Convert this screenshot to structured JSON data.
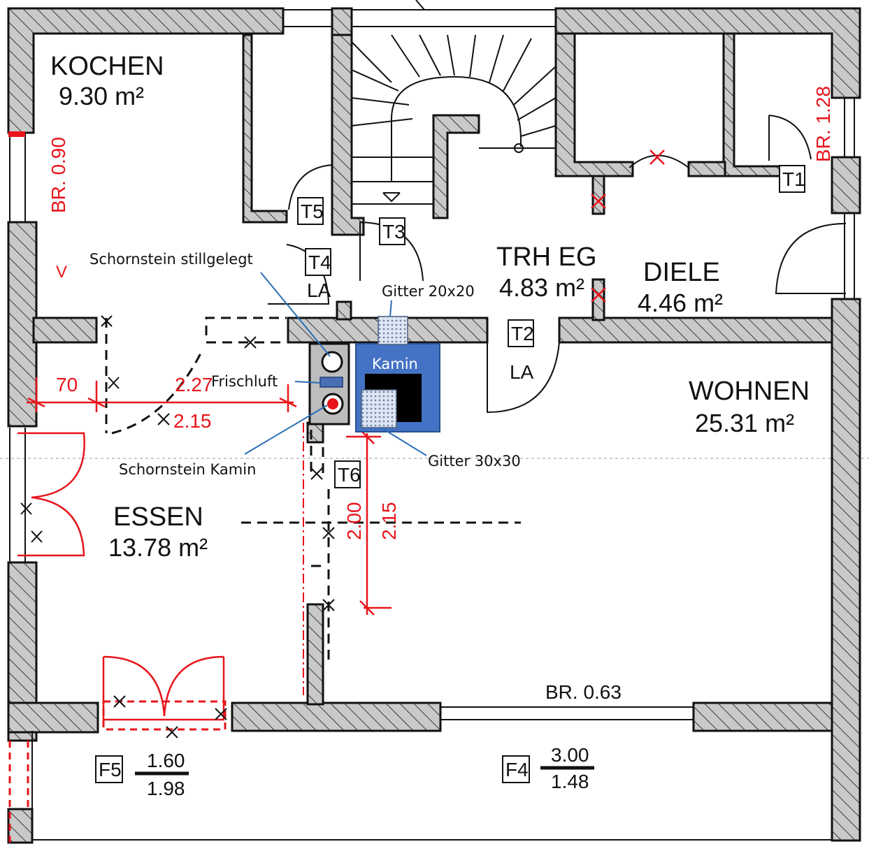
{
  "rooms": {
    "kochen": {
      "name": "KOCHEN",
      "area": "9.30 m²"
    },
    "trh": {
      "name": "TRH EG",
      "area": "4.83 m²"
    },
    "diele": {
      "name": "DIELE",
      "area": "4.46 m²"
    },
    "wohnen": {
      "name": "WOHNEN",
      "area": "25.31 m²"
    },
    "essen": {
      "name": "ESSEN",
      "area": "13.78 m²"
    }
  },
  "doors": {
    "t1": "T1",
    "t2": "T2",
    "t3": "T3",
    "t4": "T4",
    "t5": "T5",
    "t6": "T6",
    "la_t4": "LA",
    "la_t2": "LA"
  },
  "windows": {
    "f4": {
      "tag": "F4",
      "width": "3.00",
      "height": "1.48"
    },
    "f5": {
      "tag": "F5",
      "width": "1.60",
      "height": "1.98"
    }
  },
  "dimensions": {
    "br_kochen": "BR. 0.90",
    "br_diele": "BR. 1.28",
    "br_wohnen": "BR. 0.63",
    "d70": "70",
    "d227": "2.27",
    "d215h": "2.15",
    "d200": "2.00",
    "d215v": "2.15"
  },
  "annotations": {
    "schornstein_still": "Schornstein stillgelegt",
    "frischluft": "Frischluft",
    "schornstein_kamin": "Schornstein Kamin",
    "gitter20": "Gitter 20x20",
    "gitter30": "Gitter 30x30",
    "kamin": "Kamin",
    "v_mark": "V"
  },
  "colors": {
    "kamin_fill": "#4472c4",
    "dimension_red": "#e8141b",
    "leader_blue": "#2a6db5",
    "frischluft_fill": "#4a6fb5",
    "chimney_red": "#e8141b"
  }
}
